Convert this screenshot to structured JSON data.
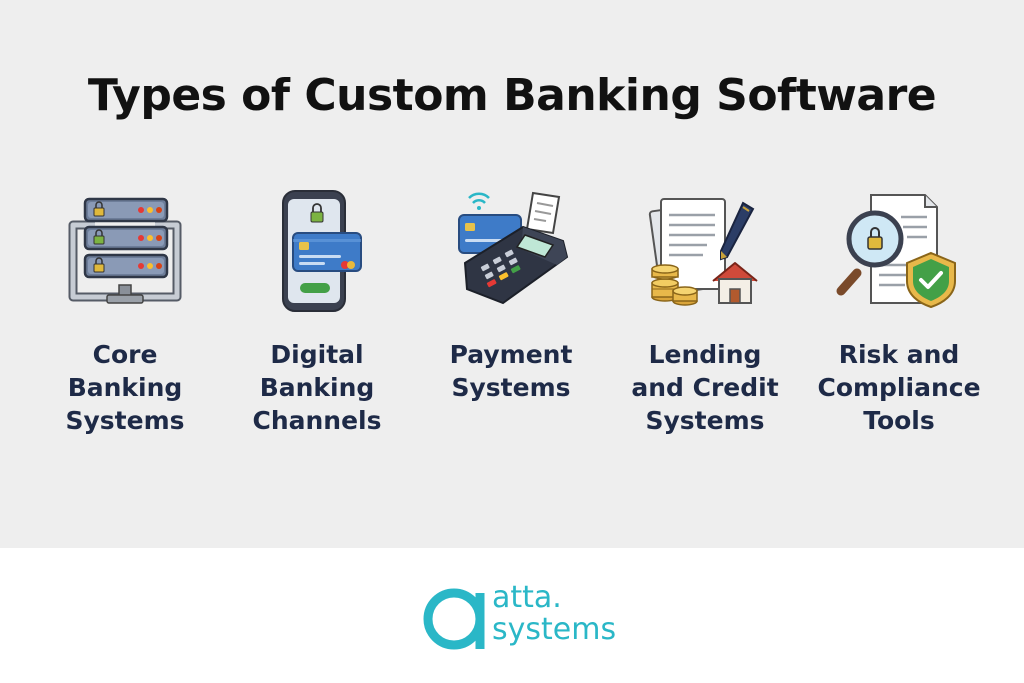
{
  "title": "Types of Custom Banking Software",
  "items": [
    {
      "icon": "server-icon",
      "lines": [
        "Core",
        "Banking",
        "Systems"
      ]
    },
    {
      "icon": "smartphone-card-icon",
      "lines": [
        "Digital",
        "Banking",
        "Channels"
      ]
    },
    {
      "icon": "payment-terminal-icon",
      "lines": [
        "Payment",
        "Systems"
      ]
    },
    {
      "icon": "documents-loan-icon",
      "lines": [
        "Lending",
        "and Credit",
        "Systems"
      ]
    },
    {
      "icon": "magnifier-shield-icon",
      "lines": [
        "Risk and",
        "Compliance",
        "Tools"
      ]
    }
  ],
  "logo": {
    "line1": "atta.",
    "line2": "systems",
    "color": "#2ab7c7"
  },
  "colors": {
    "panel": "#eeeeee",
    "label": "#1e2a47",
    "title": "#111111"
  }
}
